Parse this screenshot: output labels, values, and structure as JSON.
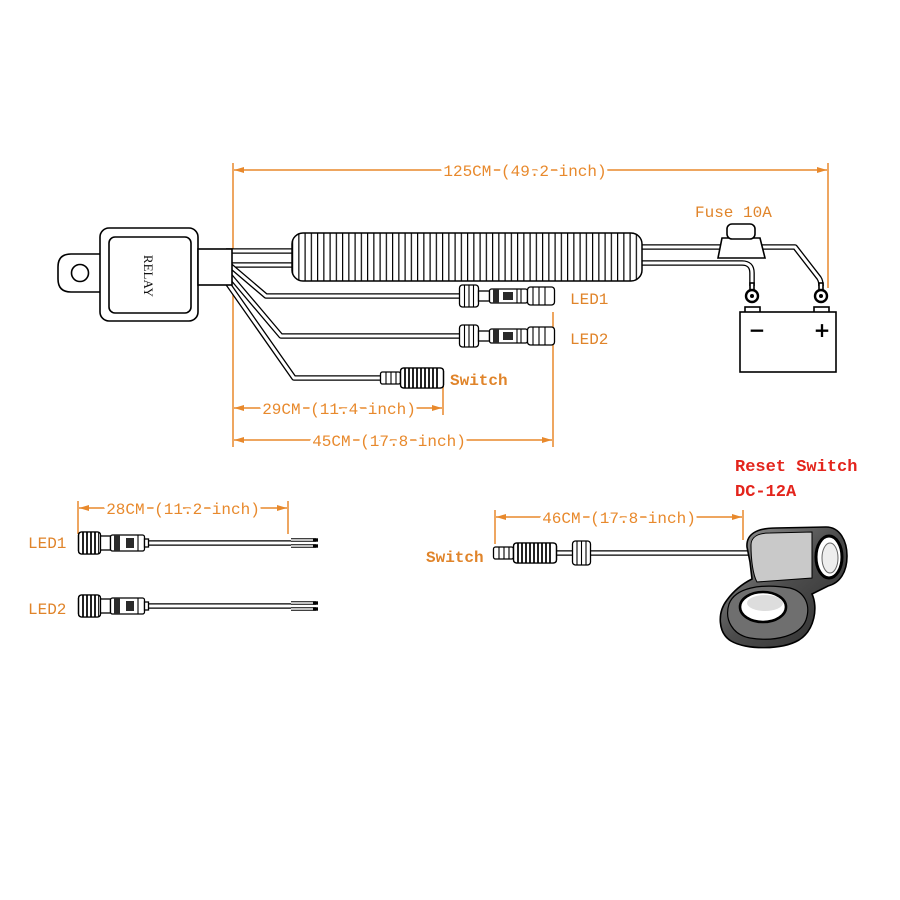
{
  "colors": {
    "dimension": "#e8892c",
    "label": "#e0842a",
    "reset_label": "#e3241c",
    "line": "#000000"
  },
  "harness": {
    "total_length": "125CM (49.2 inch)",
    "fuse_label": "Fuse 10A",
    "relay_label": "RELAY",
    "led1_label": "LED1",
    "led2_label": "LED2",
    "switch_label": "Switch",
    "switch_length": "29CM (11.4 inch)",
    "led_length": "45CM (17.8 inch)",
    "battery": {
      "negative": "−",
      "positive": "+"
    }
  },
  "led_cables": {
    "length": "28CM (11.2 inch)",
    "items": [
      {
        "label": "LED1"
      },
      {
        "label": "LED2"
      }
    ]
  },
  "reset_switch": {
    "title": "Reset Switch",
    "rating": "DC-12A",
    "length": "46CM (17.8 inch)",
    "connector_label": "Switch"
  }
}
